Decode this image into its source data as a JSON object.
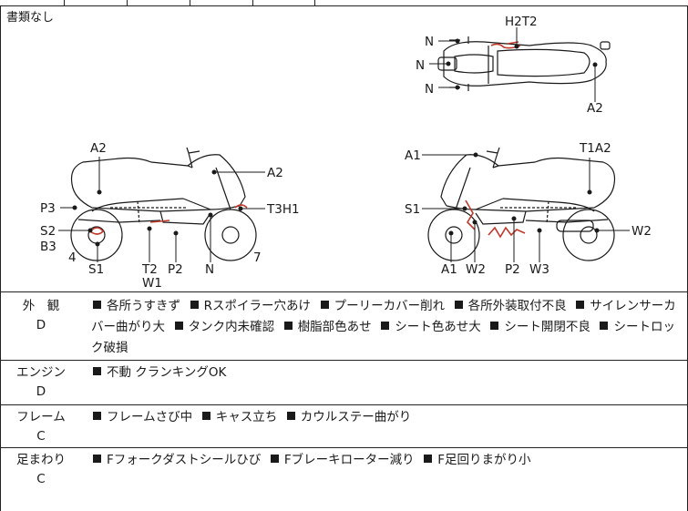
{
  "header": {
    "no_documents": "書類なし"
  },
  "diagram_labels": {
    "top_view": {
      "h2t2": "H2T2",
      "n1": "N",
      "n2": "N",
      "n3": "N",
      "a2": "A2"
    },
    "left_view": {
      "a2_top": "A2",
      "a2_right": "A2",
      "t3h1": "T3H1",
      "p3": "P3",
      "s2": "S2",
      "b3": "B3",
      "four": "4",
      "s1": "S1",
      "t2": "T2",
      "w1": "W1",
      "p2": "P2",
      "n": "N",
      "seven": "7"
    },
    "right_view": {
      "a1_top": "A1",
      "t1a2": "T1A2",
      "s1": "S1",
      "w2_right": "W2",
      "a1_bottom": "A1",
      "w2_bottom": "W2",
      "p2": "P2",
      "w3": "W3"
    }
  },
  "sections": [
    {
      "category": "外　観",
      "grade": "D",
      "items": [
        "各所うすきず",
        "Rスポイラー穴あけ",
        "プーリーカバー削れ",
        "各所外装取付不良",
        "サイレンサーカバー曲がり大",
        "タンク内未確認",
        "樹脂部色あせ",
        "シート色あせ大",
        "シート開閉不良",
        "シートロック破損"
      ]
    },
    {
      "category": "エンジン",
      "grade": "D",
      "items": [
        "不動 クランキングOK"
      ]
    },
    {
      "category": "フレーム",
      "grade": "C",
      "items": [
        "フレームさび中",
        "キャス立ち",
        "カウルステー曲がり"
      ]
    },
    {
      "category": "足まわり",
      "grade": "C",
      "items": [
        "Fフォークダストシールひび",
        "Fブレーキローター減り",
        "F足回りまがり小"
      ]
    }
  ],
  "colors": {
    "line": "#1a1a1a",
    "damage": "#c0392b"
  }
}
